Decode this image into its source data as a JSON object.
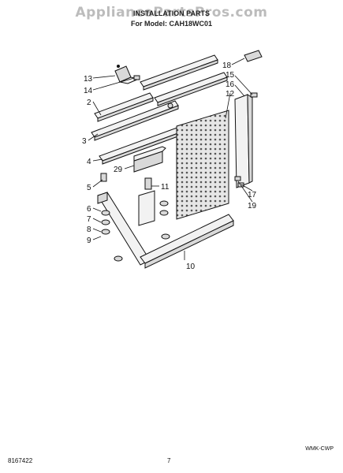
{
  "watermark": "AppliancePartsPros.com",
  "header": {
    "title": "INSTALLATION PARTS",
    "model": "For Model: CAH18WC01"
  },
  "callouts": [
    "13",
    "14",
    "2",
    "3",
    "4",
    "29",
    "5",
    "6",
    "7",
    "8",
    "9",
    "11",
    "10",
    "18",
    "15",
    "16",
    "12",
    "17",
    "19"
  ],
  "footer": {
    "doc_number": "8167422",
    "page": "7",
    "brand_code": "WMK-CWP"
  }
}
